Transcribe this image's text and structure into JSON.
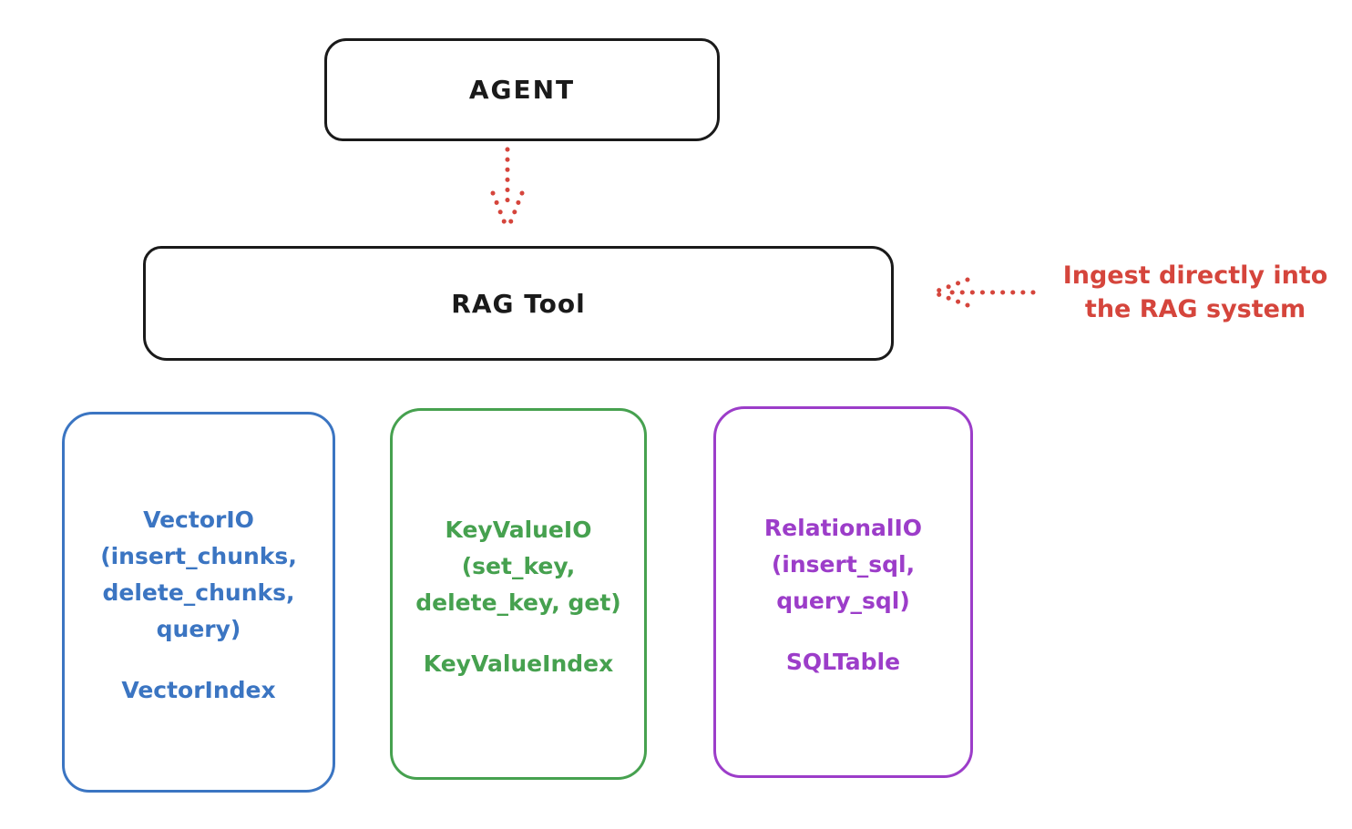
{
  "colors": {
    "background": "#ffffff",
    "ink": "#1a1a1a",
    "red": "#d5453c",
    "blue": "#3b75c2",
    "green": "#46a14f",
    "purple": "#9c3dc9"
  },
  "agent": {
    "label": "AGENT"
  },
  "rag_tool": {
    "label": "RAG Tool"
  },
  "annotation": {
    "lines": [
      "Ingest directly into",
      "the RAG system"
    ]
  },
  "backends": [
    {
      "name": "vector-io",
      "io_lines": [
        "VectorIO",
        "(insert_chunks,",
        "delete_chunks,",
        "query)"
      ],
      "index_label": "VectorIndex",
      "color": "#3b75c2"
    },
    {
      "name": "keyvalue-io",
      "io_lines": [
        "KeyValueIO",
        "(set_key,",
        "delete_key, get)"
      ],
      "index_label": "KeyValueIndex",
      "color": "#46a14f"
    },
    {
      "name": "relational-io",
      "io_lines": [
        "RelationalIO",
        "(insert_sql,",
        "query_sql)"
      ],
      "index_label": "SQLTable",
      "color": "#9c3dc9"
    }
  ]
}
